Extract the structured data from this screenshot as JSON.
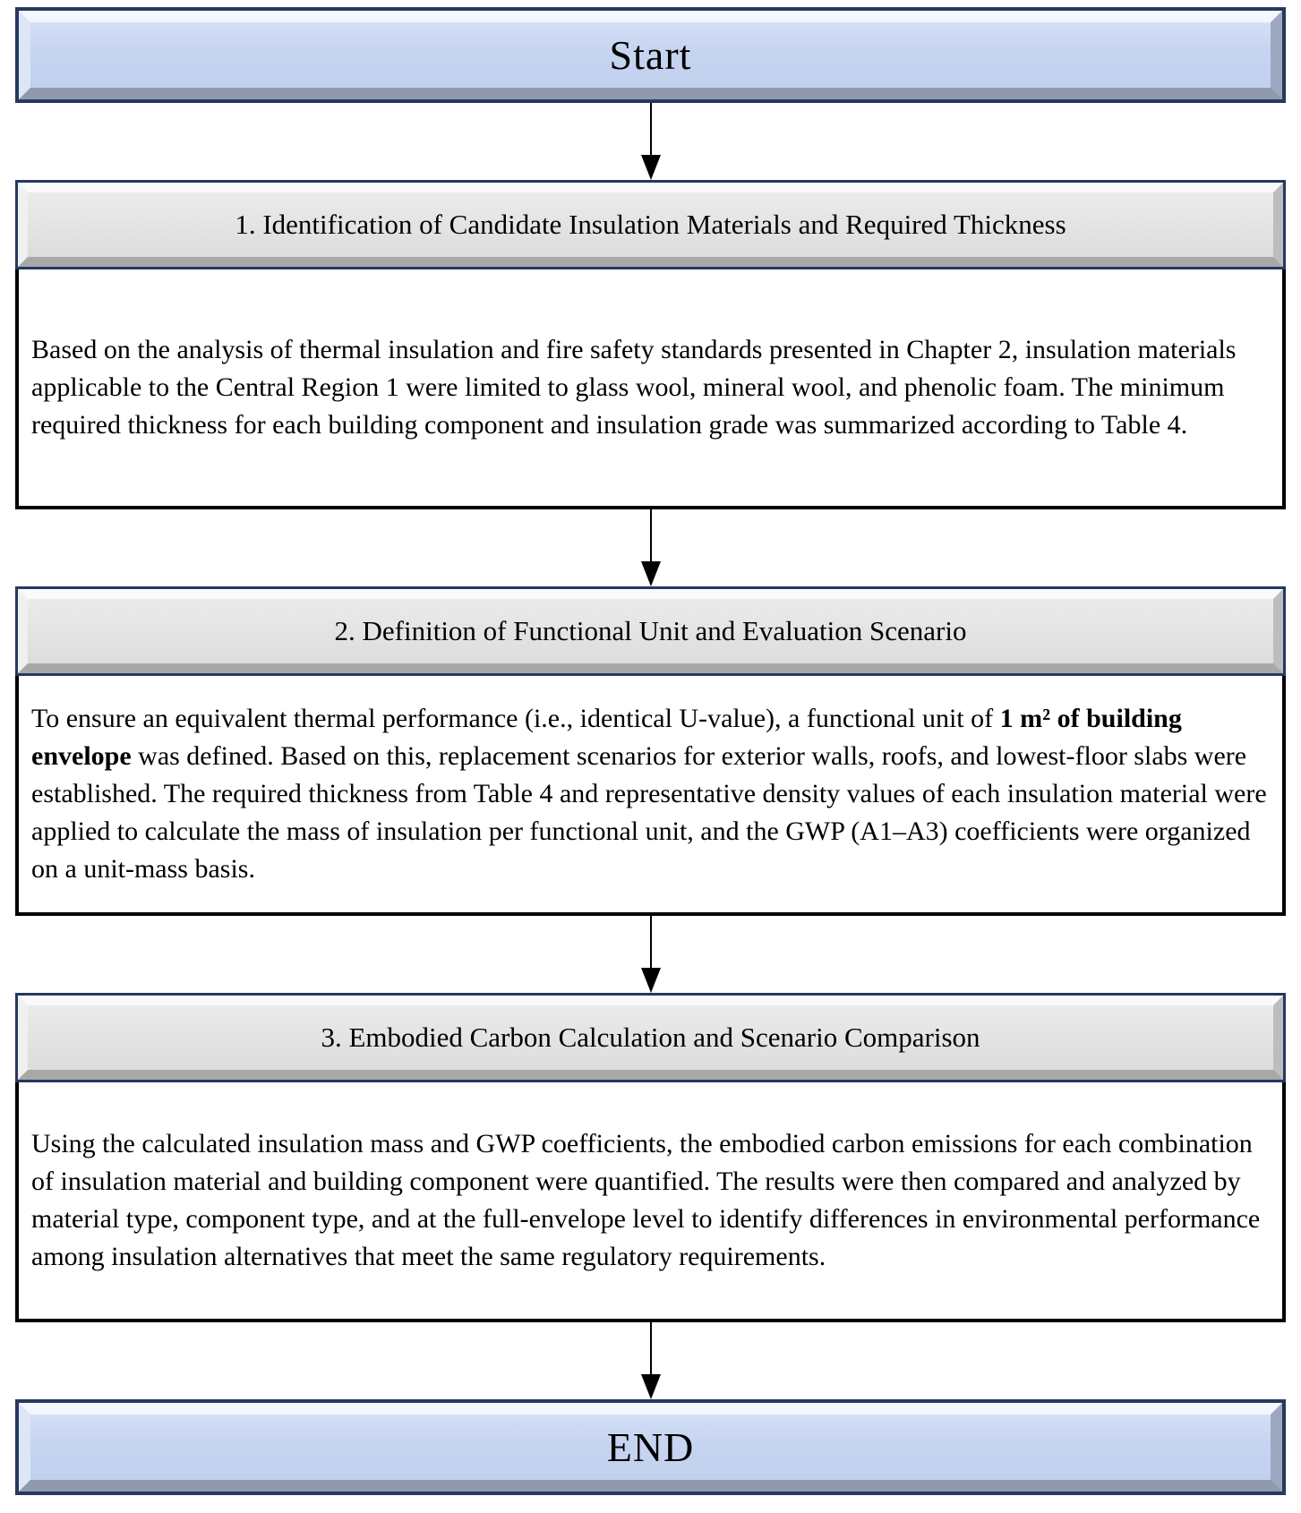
{
  "flowchart": {
    "start": {
      "label": "Start"
    },
    "end": {
      "label": "END"
    },
    "steps": [
      {
        "title": "1. Identification of Candidate Insulation Materials and Required Thickness",
        "body_pre": "Based on the analysis of thermal insulation and fire safety standards presented in Chapter 2, insulation materials applicable to the Central Region 1 were limited to glass wool, mineral wool, and phenolic foam. The minimum required thickness for each building component and insulation grade was summarized according to Table 4.",
        "body_bold": "",
        "body_post": ""
      },
      {
        "title": "2. Definition of Functional Unit and Evaluation Scenario",
        "body_pre": "To ensure an equivalent thermal performance (i.e., identical U-value), a functional unit of ",
        "body_bold": "1 m² of building envelope",
        "body_post": " was defined. Based on this, replacement scenarios for exterior walls, roofs, and lowest-floor slabs were established. The required thickness from Table 4 and representative density values of each insulation material were applied to calculate the mass of insulation per functional unit, and the GWP (A1–A3) coefficients were organized on a unit-mass basis."
      },
      {
        "title": "3. Embodied Carbon Calculation and Scenario Comparison",
        "body_pre": "Using the calculated insulation mass and GWP coefficients, the embodied carbon emissions for each combination of insulation material and building component were quantified. The results were then compared and analyzed by material type, component type, and at the full-envelope level to identify differences in environmental performance among insulation alternatives that meet the same regulatory requirements.",
        "body_bold": "",
        "body_post": ""
      }
    ],
    "colors": {
      "navy_border": "#26395E",
      "terminal_blue_fill": "#C6D4F0",
      "header_gray_fill": "#E4E3E3",
      "box_border_black": "#000000",
      "arrow_black": "#000000",
      "background": "#FFFFFF"
    }
  }
}
